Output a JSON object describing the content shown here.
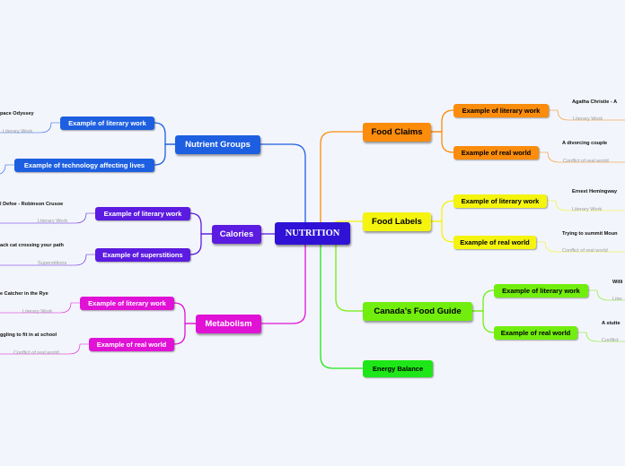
{
  "root": {
    "label": "NUTRITION"
  },
  "colors": {
    "root": "#2f12d6",
    "blue": "#1d5fe0",
    "purple": "#5c1be0",
    "magenta": "#e012d6",
    "orange": "#fb8c0c",
    "yellow": "#f4f40e",
    "green": "#72ee0e",
    "bright_green": "#1ee618"
  },
  "left": {
    "nutrient_groups": {
      "label": "Nutrient Groups",
      "literary": {
        "label": "Example of literary work",
        "leaf": "pace Odyssey",
        "note": "Literary Work"
      },
      "technology": {
        "label": "Example of technology affecting lives"
      }
    },
    "calories": {
      "label": "Calories",
      "literary": {
        "label": "Example of literary work",
        "leaf": "l Defoe - Robinson Crusoe",
        "note": "Literary Work"
      },
      "superstitions": {
        "label": "Example of superstitions",
        "leaf": "ack cat crossing your path",
        "note": "Superstitions"
      }
    },
    "metabolism": {
      "label": "Metabolism",
      "literary": {
        "label": "Example of literary work",
        "leaf": "e Catcher in the Rye",
        "note": "Literary Work"
      },
      "real": {
        "label": "Example of real world",
        "leaf": "ggling to fit in at school",
        "note": "Conflict of real world"
      }
    }
  },
  "right": {
    "food_claims": {
      "label": "Food Claims",
      "literary": {
        "label": "Example of literary work",
        "leaf": "Agatha Christie - A",
        "note": "Literary Work"
      },
      "real": {
        "label": "Example of real world",
        "leaf": "A divorcing couple",
        "note": "Conflict of real world"
      }
    },
    "food_labels": {
      "label": "Food Labels",
      "literary": {
        "label": "Example of literary work",
        "leaf": "Ernest Hemingway",
        "note": "Literary Work"
      },
      "real": {
        "label": "Example of real world",
        "leaf": "Trying to summit Moun",
        "note": "Conflict of real world"
      }
    },
    "canada_food_guide": {
      "label": "Canada’s Food Guide",
      "literary": {
        "label": "Example of literary work",
        "leaf": "Willi",
        "note": "Liter"
      },
      "real": {
        "label": "Example of real world",
        "leaf": "A stutte",
        "note": "Conflict"
      }
    },
    "energy_balance": {
      "label": "Energy Balance"
    }
  }
}
